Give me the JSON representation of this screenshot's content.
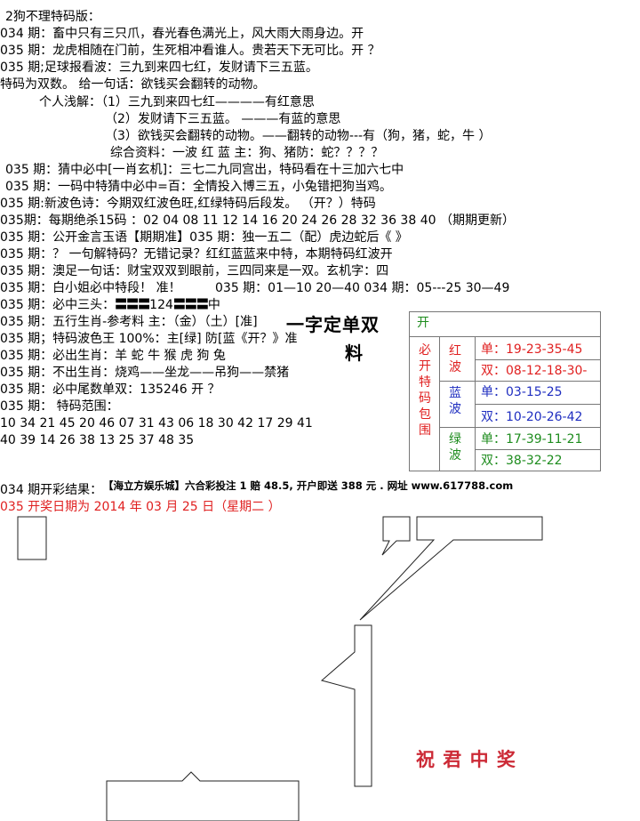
{
  "lines": {
    "l1": "2狗不理特码版：",
    "l2": "034 期：畜中只有三只爪，春光春色满光上，风大雨大雨身边。开",
    "l3": "035 期：龙虎相随在门前，生死相冲看谁人。贵若天下无可比。开 ？",
    "l4": "035 期;足球报看波：三九到来四七红，发财请下三五蓝。",
    "l5": "特码为双数。 给一句话：欲钱买会翻转的动物。",
    "l6": "个人浅解：（1）三九到来四七红————有红意思",
    "l7": "（2）发财请下三五蓝。 ———有蓝的意思",
    "l8": "（3）欲钱买会翻转的动物。——翻转的动物---有（狗，猪，蛇，牛 ）",
    "l9": "综合资料：一波 红 蓝  主：狗、猪防：蛇？？？？",
    "l10": "035 期：猜中必中[一肖玄机]：三七二九同宫出，特码看在十三加六七中",
    "l11": "035 期：一码中特猜中必中=百：全情投入博三五，小兔错把狗当鸡。",
    "l12": "035 期:新波色诗：今期双红波色旺,红绿特码后段发。  （开？）特码",
    "l13": "035期：每期绝杀15码 ：02 04 08 11 12 14 16 20 24 26 28 32 36 38 40  （期期更新）",
    "l14": "035 期：公开金言玉语【期期准】035 期：独一五二（配）虎边蛇后《  》",
    "l15": "035 期：？  一句解特码？无错记录？红红蓝蓝来中特，本期特码红波开",
    "l16": "035 期：澳足一句话：财宝双双到眼前，三四同来是一双。玄机字：四",
    "l17a": "035 期：白小姐必中特段！ 准！",
    "l17b": "035 期：01—10  20—40 034 期：05---25  30—49",
    "l18a": "035 期：必中三头：",
    "l18b": "〓〓〓",
    "l18c": "124",
    "l18d": "〓〓〓",
    "l18e": "中",
    "l19": "035 期：五行生肖-参考料  主：（金）（土）[准]",
    "l20": "035 期；特码波色王 100%：主[绿]  防[蓝《开？》准",
    "l21": "035 期：必出生肖：羊  蛇  牛  猴  虎  狗  兔",
    "l22": "035 期：不出生肖：烧鸡——坐龙——吊狗——禁猪",
    "l23": "035 期：必中尾数单双：135246 开 ？",
    "l24": "035 期：   特码范围：",
    "l25": "10 34 21 45 20 46 07 31 43 06 18 30 42 17 29 41",
    "l26": "40 39 14 26 38 13 25 37 48 35",
    "result_label": "034 期开彩结果：",
    "ad": "【海立方娱乐城】六合彩投注 1 赔 48.5, 开户即送 388 元 . 网址 www.617788.com",
    "draw_date": "035 开奖日期为 2014 年 03 月 25 日（星期二 ）"
  },
  "stamp": {
    "line1": "一字定单双",
    "line2": "料"
  },
  "table": {
    "header": "开",
    "side": "必开特码包围",
    "red_label": "红波",
    "blue_label": "蓝波",
    "green_label": "绿波",
    "red_single": "单：19-23-35-45",
    "red_double": "双：08-12-18-30-",
    "blue_single": "单：03-15-25",
    "blue_double": "双：10-20-26-42",
    "green_single": "单：17-39-11-21",
    "green_double": "双：38-32-22"
  },
  "blessing": "祝 君 中 奖",
  "colors": {
    "red": "#e02020",
    "blue": "#1f2ec0",
    "green": "#1e8c1e",
    "text": "#000000"
  }
}
